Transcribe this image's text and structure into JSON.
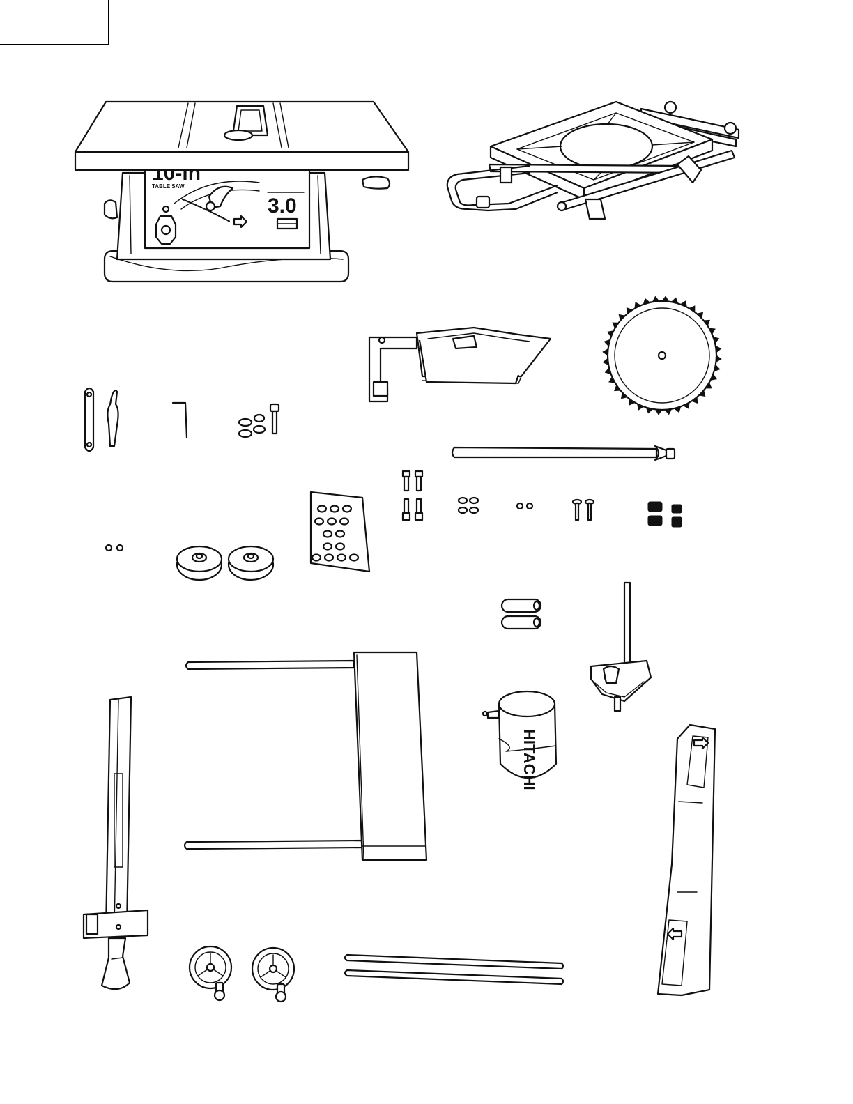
{
  "saw": {
    "size_label": "10-in",
    "type_label": "TABLE SAW",
    "model_label": "3.0"
  },
  "dust_bag": {
    "brand": "HITACHI"
  }
}
